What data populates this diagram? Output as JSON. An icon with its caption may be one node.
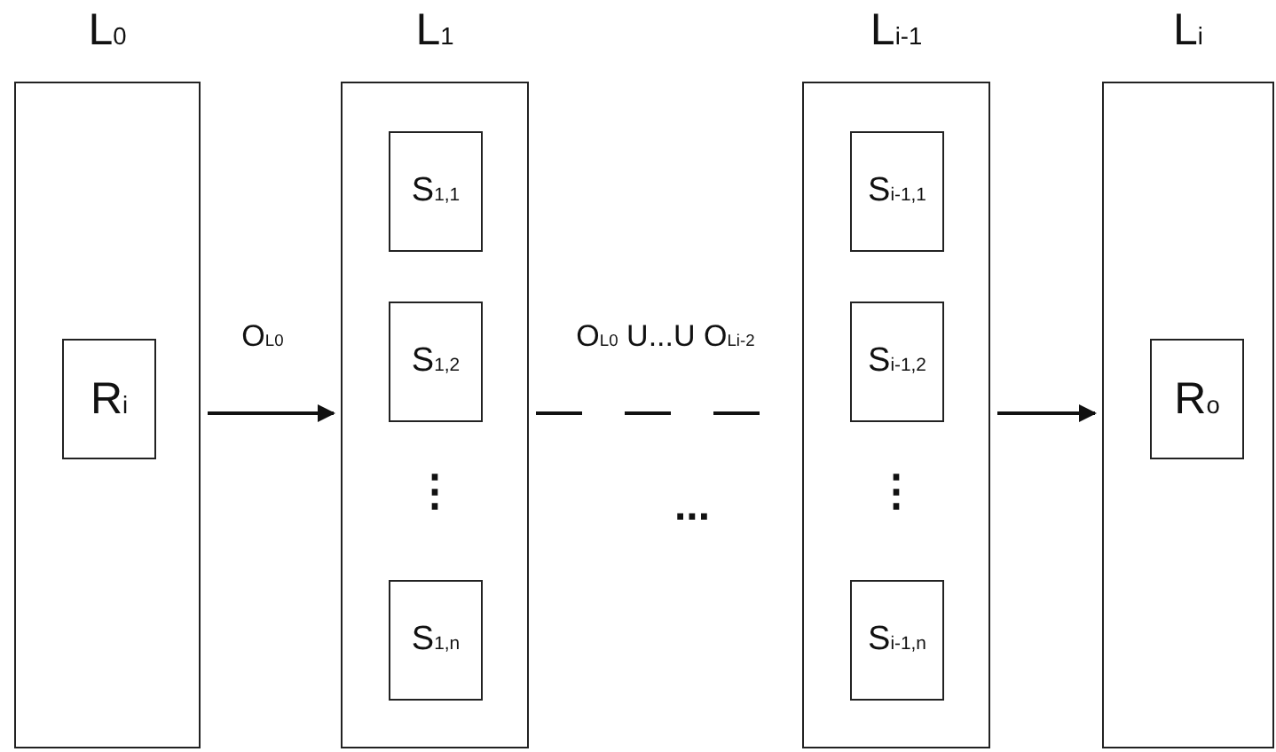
{
  "diagram": {
    "nodes": [
      {
        "text": [
          "L$_{0}$"
        ]
      },
      {
        "text": [
          "R$_{i}$"
        ],
        "in": 0
      },
      {
        "text": [
          "L$_{1}$"
        ]
      },
      {
        "text": [
          "S$_{1,1}$"
        ],
        "in": 2
      },
      {
        "text": [
          "S$_{1,2}$"
        ],
        "in": 2
      },
      {
        "text": [
          "S$_{1,n}$"
        ],
        "in": 2
      },
      {
        "text": [
          "L$_{i-1}$"
        ]
      },
      {
        "text": [
          "S$_{i-1,1}$"
        ],
        "in": 6
      },
      {
        "text": [
          "S$_{i-1,2}$"
        ],
        "in": 6
      },
      {
        "text": [
          "S$_{i-1,n}$"
        ],
        "in": 6
      },
      {
        "text": [
          "L$_{i}$"
        ]
      },
      {
        "text": [
          "R$_{o}$"
        ],
        "in": 10
      }
    ],
    "edges": [
      {
        "from": 0,
        "to": 2,
        "arrow": "to",
        "label": "O$_{L0}$"
      },
      {
        "from": 2,
        "to": 6,
        "arrow": "none",
        "style": "dashed",
        "label": "O$_{L0}$ U...U O$_{Li-2}$"
      },
      {
        "from": 6,
        "to": 10,
        "arrow": "to"
      }
    ],
    "labels": [
      "⋮",
      "...",
      "⋮"
    ]
  }
}
